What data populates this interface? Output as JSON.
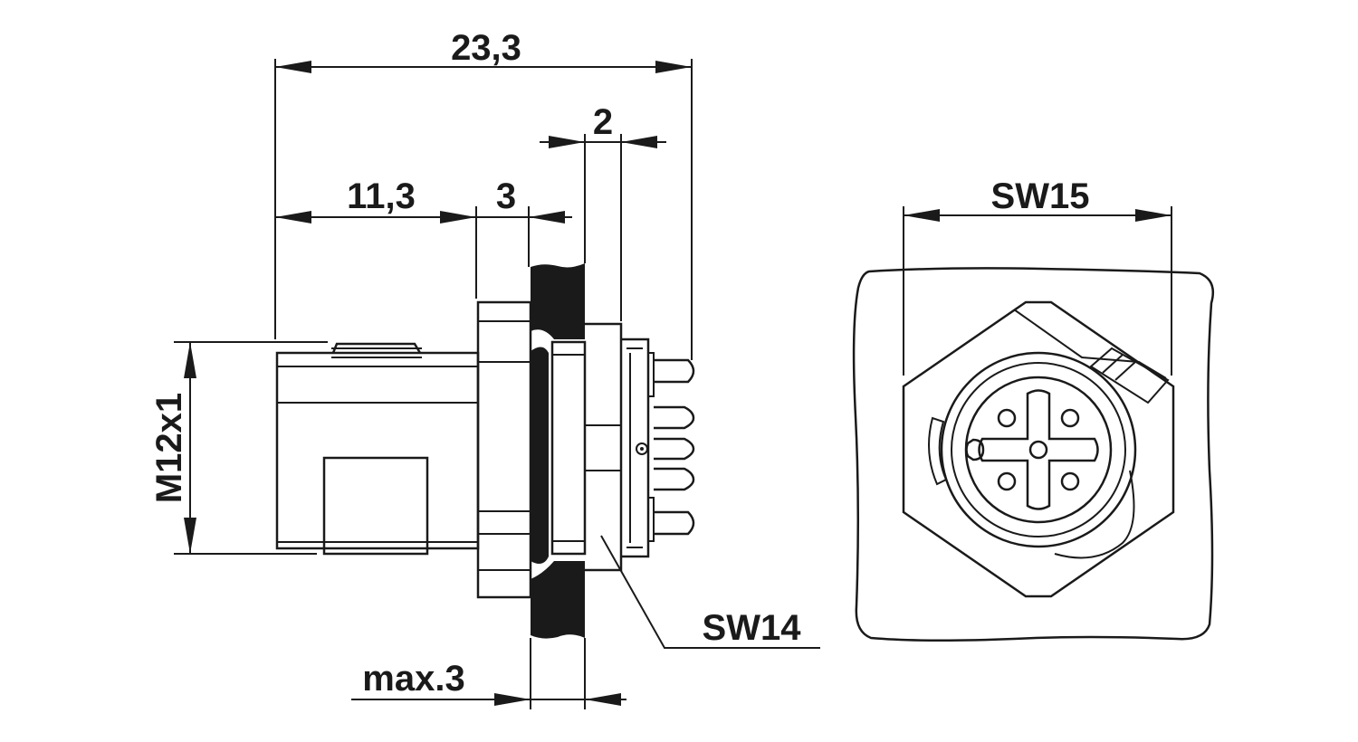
{
  "colors": {
    "ink": "#1a1a1a",
    "background": "#ffffff"
  },
  "dimensions": {
    "overall_length": "23,3",
    "body_length": "11,3",
    "flange_width": "3",
    "pin_offset": "2",
    "thread": "M12x1",
    "wrench_size_rear": "SW14",
    "wrench_size_front": "SW15",
    "panel_thickness": "max.3"
  }
}
